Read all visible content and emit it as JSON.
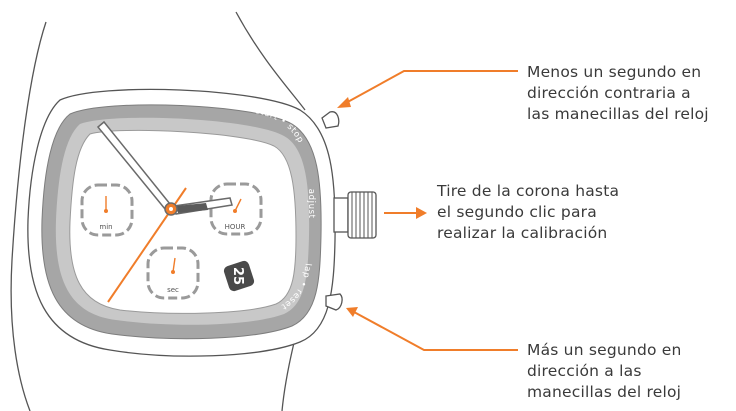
{
  "callouts": {
    "top": {
      "lines": [
        "Menos un segundo en",
        "dirección contraria a",
        "las manecillas del reloj"
      ]
    },
    "middle": {
      "lines": [
        "Tire de la corona hasta",
        "el segundo clic para",
        "realizar la calibración"
      ]
    },
    "bottom": {
      "lines": [
        "Más un segundo en",
        "dirección a las",
        "manecillas del reloj"
      ]
    }
  },
  "watch": {
    "bezel_labels": {
      "top_right": "start • stop",
      "right": "adjust",
      "bottom_right": "lap • reset"
    },
    "subdials": {
      "left": "min",
      "right": "HOUR",
      "bottom": "sec"
    },
    "date_window": "25"
  },
  "colors": {
    "accent": "#f07d2a",
    "line": "#555555",
    "bezel": "#a6a6a6",
    "text": "#3a3a3a"
  }
}
